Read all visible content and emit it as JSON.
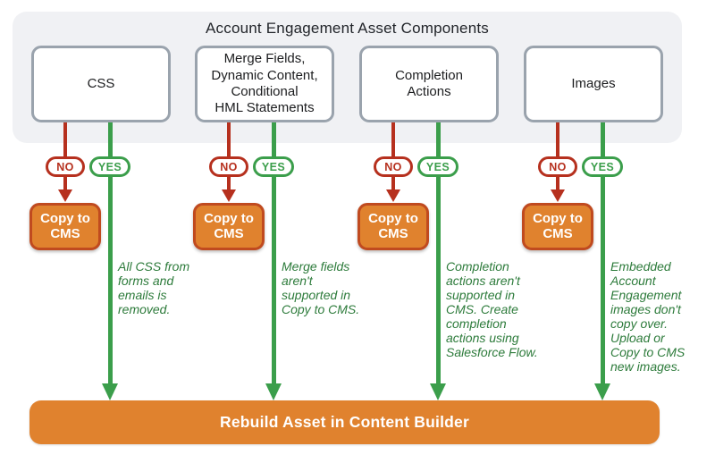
{
  "title": "Account Engagement Asset Components",
  "colors": {
    "red": "#b6301e",
    "green": "#3b9e4b",
    "note_green": "#2d7b3b",
    "orange": "#e0822e",
    "orange_border": "#c04a1f",
    "panel_gray": "#f0f1f4",
    "box_border": "#9aa3ad",
    "box_text": "#1c1d1f",
    "title_color": "#22252a"
  },
  "components": [
    {
      "label": "CSS",
      "no_label": "NO",
      "yes_label": "YES",
      "action": "Copy to\nCMS",
      "note": "All CSS from\nforms and\nemails is\nremoved."
    },
    {
      "label": "Merge Fields,\nDynamic Content,\nConditional\nHML Statements",
      "no_label": "NO",
      "yes_label": "YES",
      "action": "Copy to\nCMS",
      "note": "Merge fields\naren't\nsupported in\nCopy to CMS."
    },
    {
      "label": "Completion\nActions",
      "no_label": "NO",
      "yes_label": "YES",
      "action": "Copy to\nCMS",
      "note": "Completion\nactions aren't\nsupported in\nCMS. Create\ncompletion\nactions using\nSalesforce Flow."
    },
    {
      "label": "Images",
      "no_label": "NO",
      "yes_label": "YES",
      "action": "Copy to\nCMS",
      "note": "Embedded\nAccount\nEngagement\nimages don't\ncopy over.\nUpload or\nCopy to CMS\nnew images."
    }
  ],
  "bottom_bar": {
    "label": "Rebuild Asset in Content Builder"
  }
}
